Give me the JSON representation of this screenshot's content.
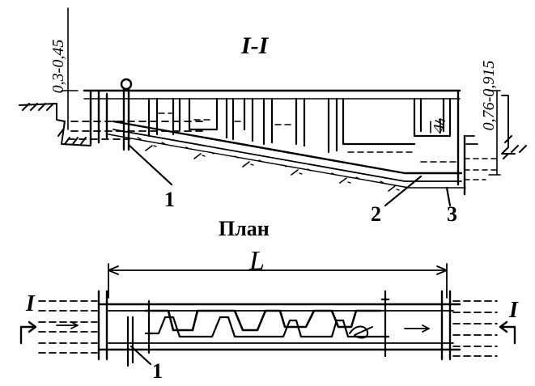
{
  "section": {
    "title": "I-I",
    "depth_dim": "0,3-0,45",
    "outlet_dim": "0,76-0,915",
    "level_diff": "Δh",
    "callouts": [
      "1",
      "2",
      "3"
    ]
  },
  "plan": {
    "title": "План",
    "length_label": "L",
    "cut_marker_left": "I",
    "cut_marker_right": "I",
    "callout": "1"
  }
}
